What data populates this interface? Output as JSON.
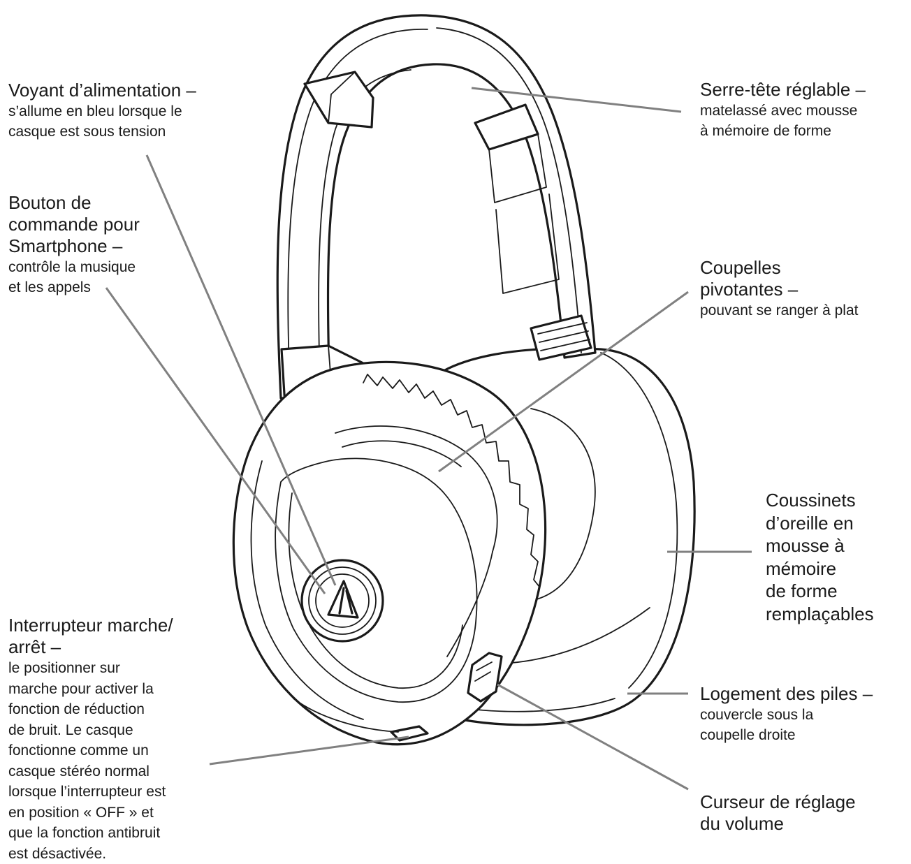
{
  "callouts": {
    "power_led": {
      "title": "Voyant d’alimentation –",
      "desc": "s’allume en bleu lorsque le\ncasque est sous tension"
    },
    "smartphone_button": {
      "title": "Bouton de\ncommande pour\nSmartphone –",
      "desc": "contrôle la musique\net les appels"
    },
    "on_off_switch": {
      "title": "Interrupteur marche/\narrêt –",
      "desc": "le positionner sur\nmarche pour activer la\nfonction de réduction\nde bruit. Le casque\nfonctionne comme un\ncasque stéréo normal\nlorsque l’interrupteur est\nen position « OFF » et\nque la fonction antibruit\nest désactivée."
    },
    "headband": {
      "title": "Serre-tête réglable –",
      "desc": "matelassé avec mousse\nà mémoire de forme"
    },
    "earcups": {
      "title": "Coupelles\npivotantes –",
      "desc": "pouvant se ranger à plat"
    },
    "ear_cushions": {
      "title": "Coussinets\nd’oreille en\nmousse à\nmémoire\nde forme\nremplaçables"
    },
    "battery": {
      "title": "Logement des piles –",
      "desc": "couvercle sous la\ncoupelle droite"
    },
    "volume": {
      "title": "Curseur de réglage\ndu volume"
    }
  },
  "colors": {
    "ink": "#1a1a1a",
    "leader": "#808080",
    "background": "#ffffff"
  }
}
